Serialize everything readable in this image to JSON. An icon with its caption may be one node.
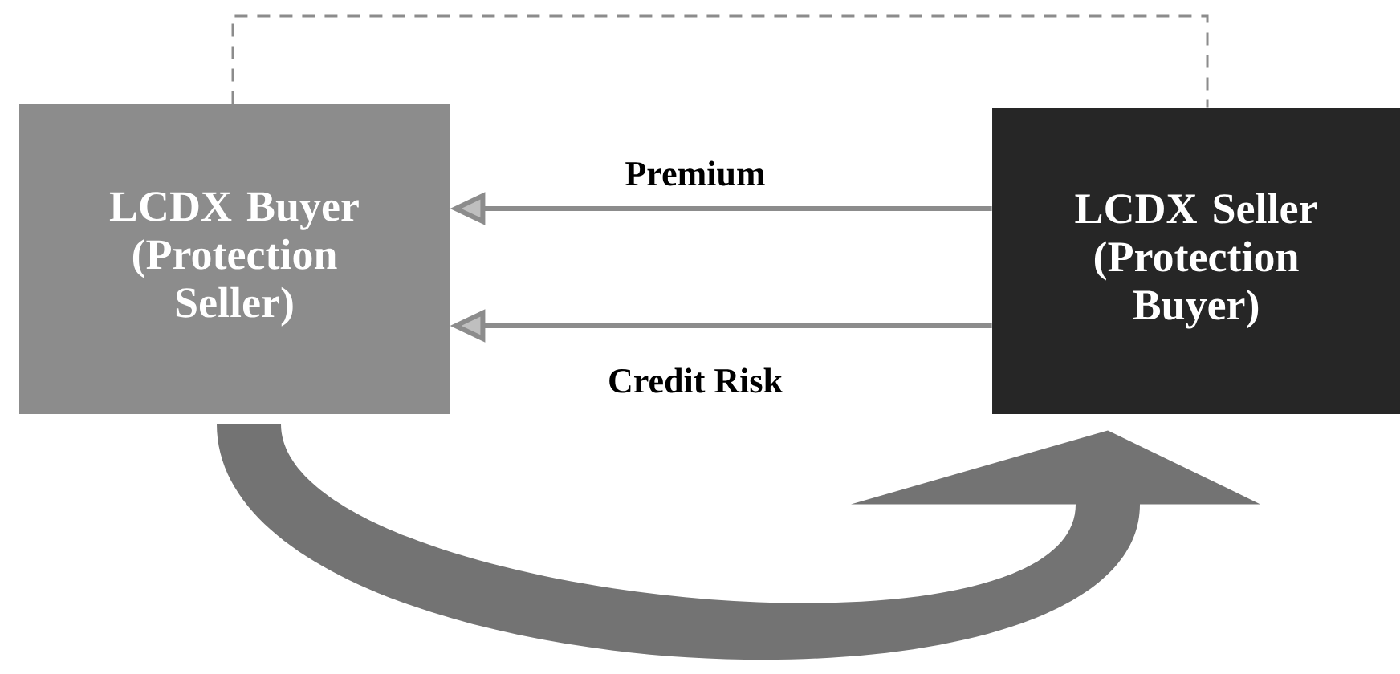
{
  "diagram": {
    "nodes": [
      {
        "text": [
          "LCDX Buyer (Protection Seller)"
        ]
      },
      {
        "text": [
          "LCDX Seller (Protection Buyer)"
        ]
      }
    ],
    "edges": [
      {
        "from": 1,
        "to": 0,
        "arrow": "to",
        "label": "Premium"
      },
      {
        "from": 1,
        "to": 0,
        "arrow": "to",
        "label": "Credit Risk"
      },
      {
        "from": 0,
        "to": 1,
        "arrow": "none",
        "style": "dashed"
      },
      {
        "from": 0,
        "to": 1,
        "arrow": "to",
        "style": "thick"
      }
    ]
  }
}
